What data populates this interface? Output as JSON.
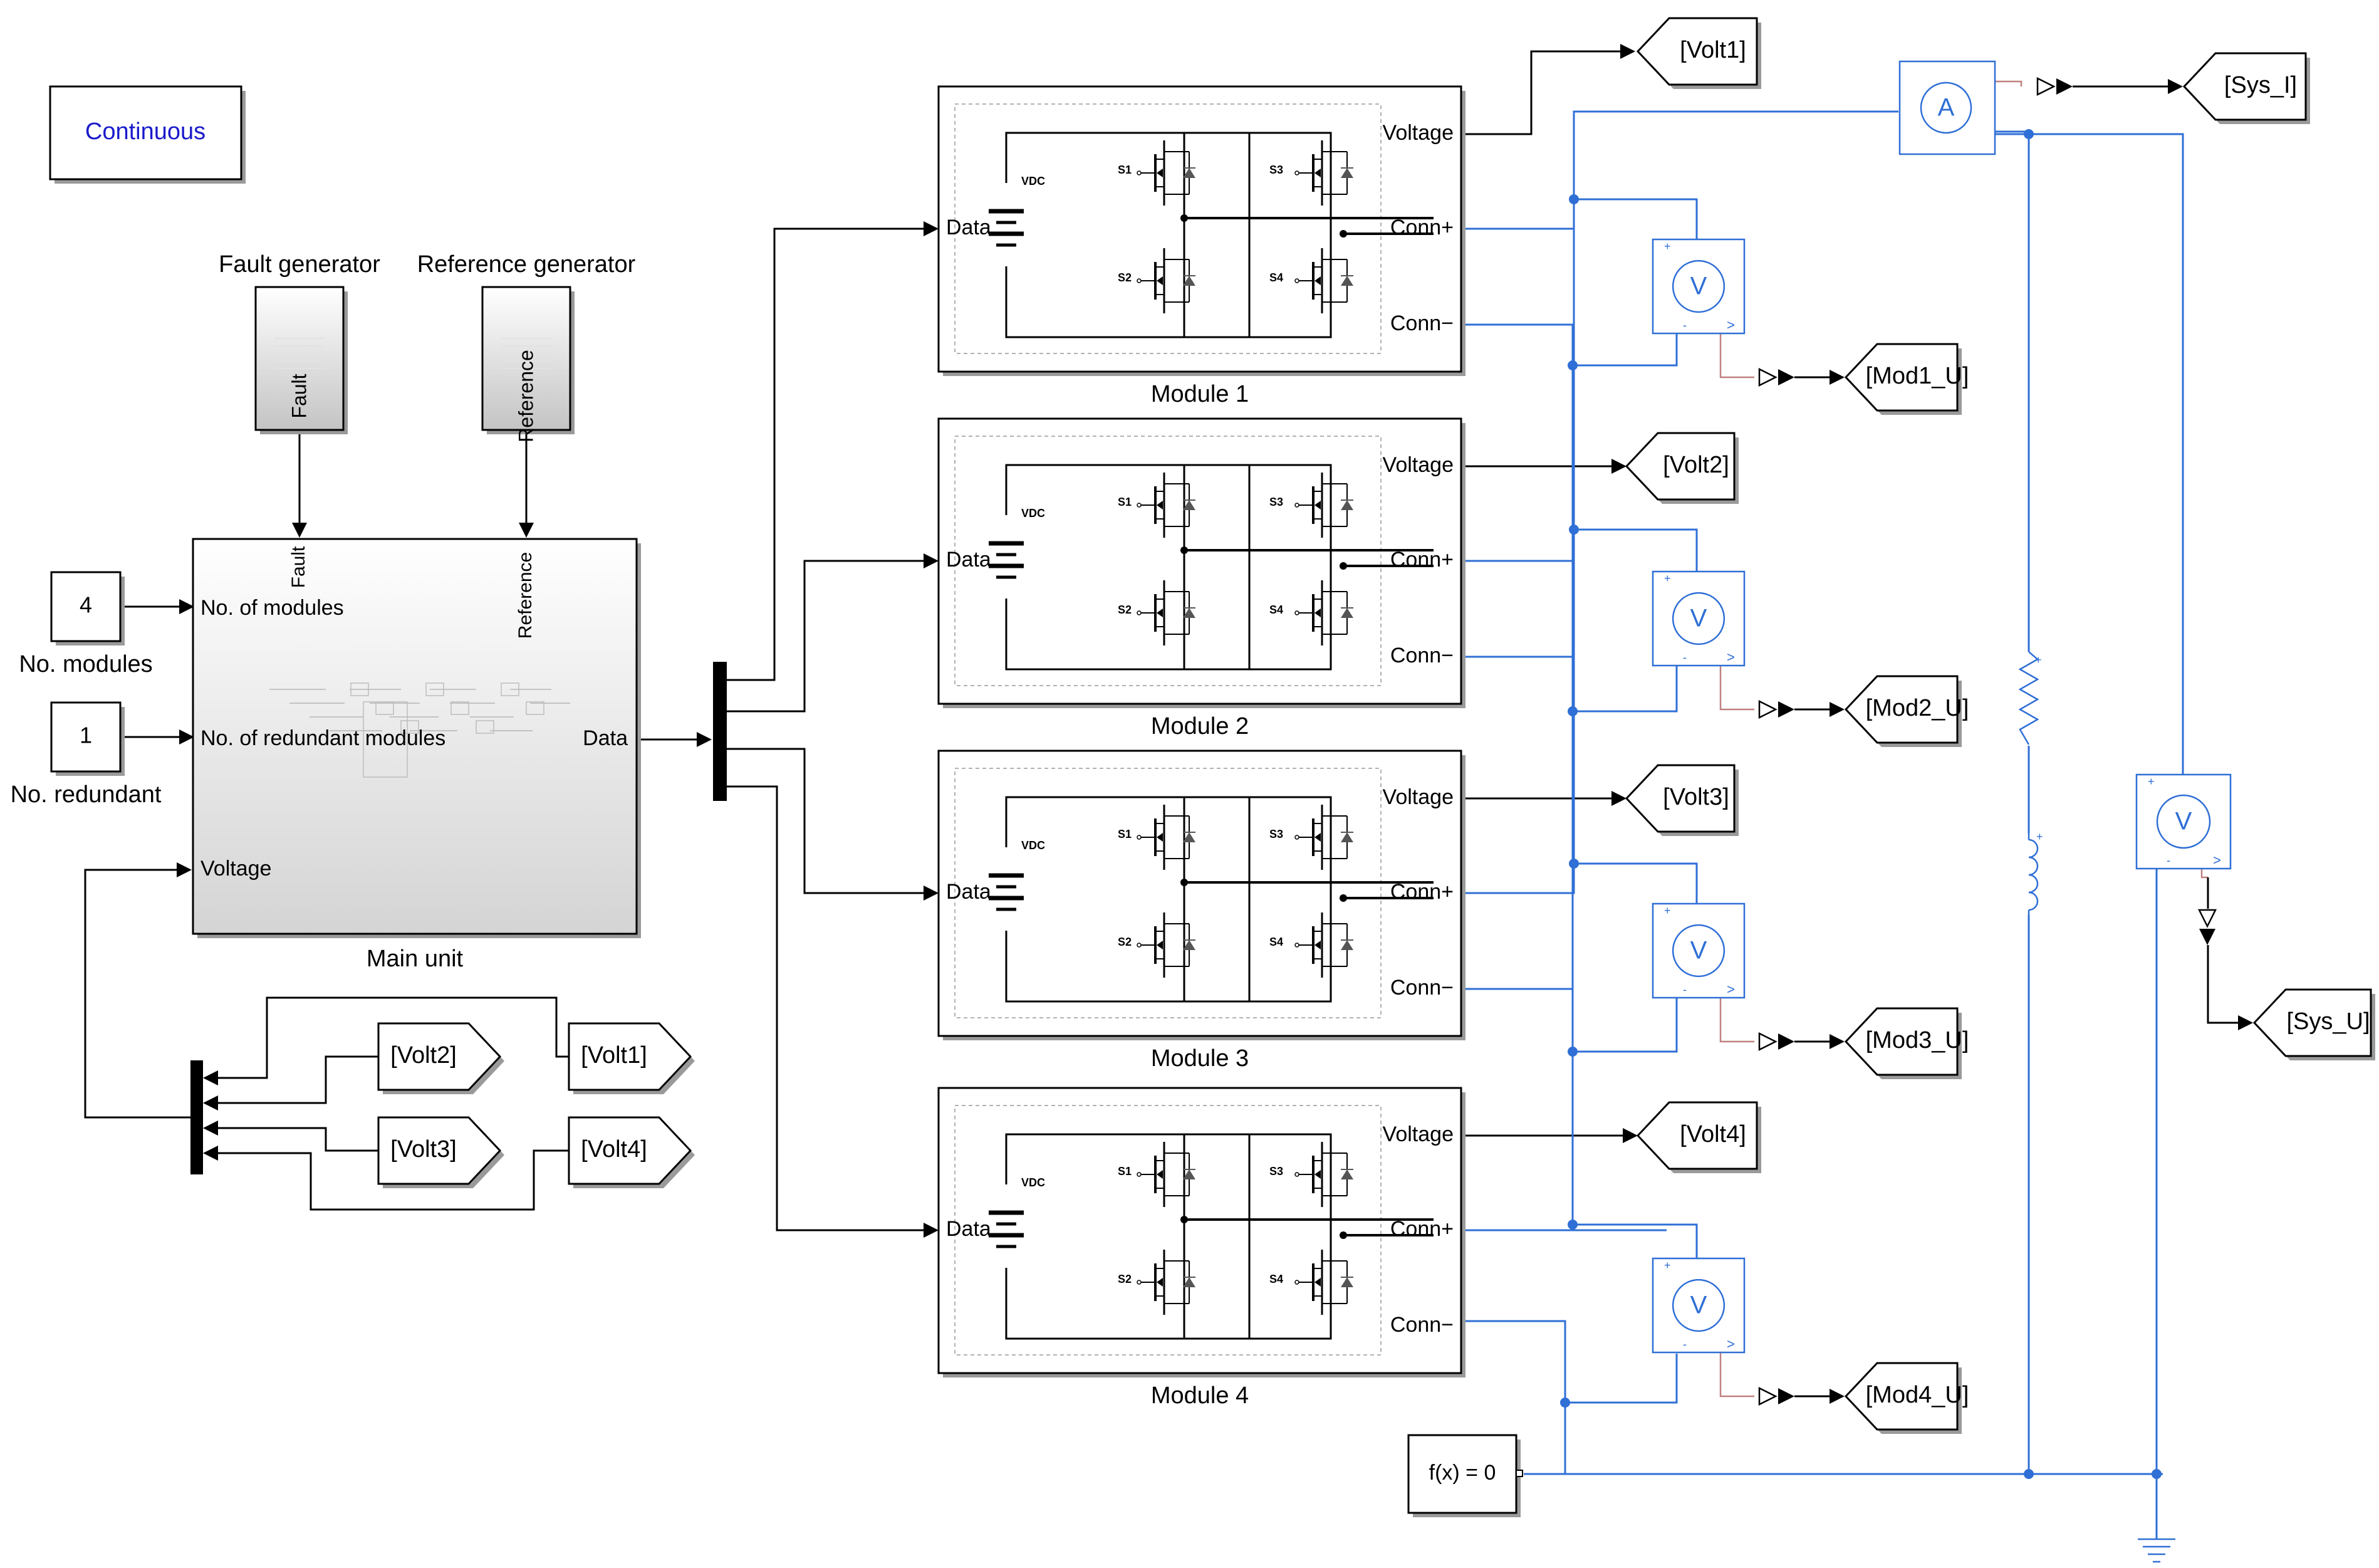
{
  "solver": {
    "label": "Continuous"
  },
  "fault_gen": {
    "title": "Fault generator",
    "port": "Fault"
  },
  "ref_gen": {
    "title": "Reference generator",
    "port": "Reference"
  },
  "const_modules": {
    "value": "4",
    "label": "No. modules"
  },
  "const_redundant": {
    "value": "1",
    "label": "No. redundant"
  },
  "main_unit": {
    "name": "Main unit",
    "in_fault": "Fault",
    "in_reference": "Reference",
    "in_modules": "No. of modules",
    "in_redundant": "No. of redundant modules",
    "in_voltage": "Voltage",
    "out_data": "Data"
  },
  "module_ports": {
    "data": "Data",
    "voltage": "Voltage",
    "conn_plus": "Conn+",
    "conn_minus": "Conn−",
    "vdc": "VDC",
    "s1": "S1",
    "s2": "S2",
    "s3": "S3",
    "s4": "S4"
  },
  "modules": [
    {
      "name": "Module 1",
      "volt_tag": "[Volt1]",
      "mod_tag": "[Mod1_U]"
    },
    {
      "name": "Module 2",
      "volt_tag": "[Volt2]",
      "mod_tag": "[Mod2_U]"
    },
    {
      "name": "Module 3",
      "volt_tag": "[Volt3]",
      "mod_tag": "[Mod3_U]"
    },
    {
      "name": "Module 4",
      "volt_tag": "[Volt4]",
      "mod_tag": "[Mod4_U]"
    }
  ],
  "from_tags": [
    "[Volt1]",
    "[Volt2]",
    "[Volt3]",
    "[Volt4]"
  ],
  "sys_current_tag": "[Sys_I]",
  "sys_voltage_tag": "[Sys_U]",
  "ammeter_symbol": "A",
  "voltmeter_symbol": "V",
  "solver_config": "f(x) = 0",
  "colors": {
    "signal": "#000000",
    "physical": "#2f6fd6",
    "measurement": "#c08080",
    "solver_text": "#1a1acc",
    "subsystem_fill": "#dcdcdc"
  }
}
